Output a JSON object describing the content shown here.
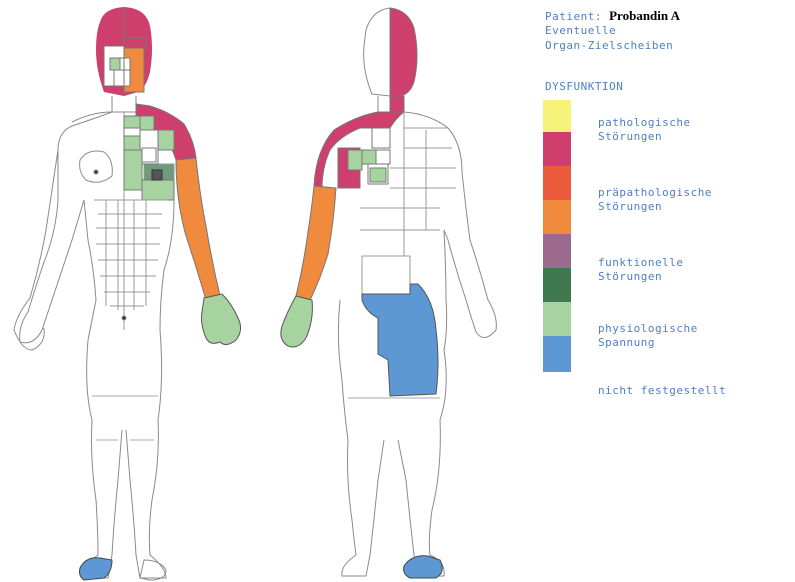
{
  "header": {
    "patient_label": "Patient:",
    "patient_name": "Probandin A",
    "line2": "Eventuelle",
    "line3": "Organ-Zielscheiben"
  },
  "legend": {
    "title": "DYSFUNKTION",
    "items": [
      {
        "label": [
          "pathologische",
          "Störungen"
        ],
        "colors": [
          "#f7f27a",
          "#cf3f6e"
        ]
      },
      {
        "label": [
          "präpathologische",
          "Störungen"
        ],
        "colors": [
          "#ec5a3c",
          "#f08a3c"
        ]
      },
      {
        "label": [
          "funktionelle",
          "Störungen"
        ],
        "colors": [
          "#9b6a8c",
          "#3f7a4e"
        ]
      },
      {
        "label": [
          "physiologische",
          "Spannung"
        ],
        "colors": [
          "#a7d3a0",
          "#5d98d4"
        ]
      },
      {
        "label": [
          "nicht festgestellt"
        ],
        "colors": []
      }
    ]
  },
  "colors": {
    "pathological": "#cf3f6e",
    "prepathological": "#f08a3c",
    "functional_dark": "#3f7a4e",
    "physiological_green": "#a7d3a0",
    "physiological_blue": "#5d98d4",
    "outline": "#777777"
  }
}
